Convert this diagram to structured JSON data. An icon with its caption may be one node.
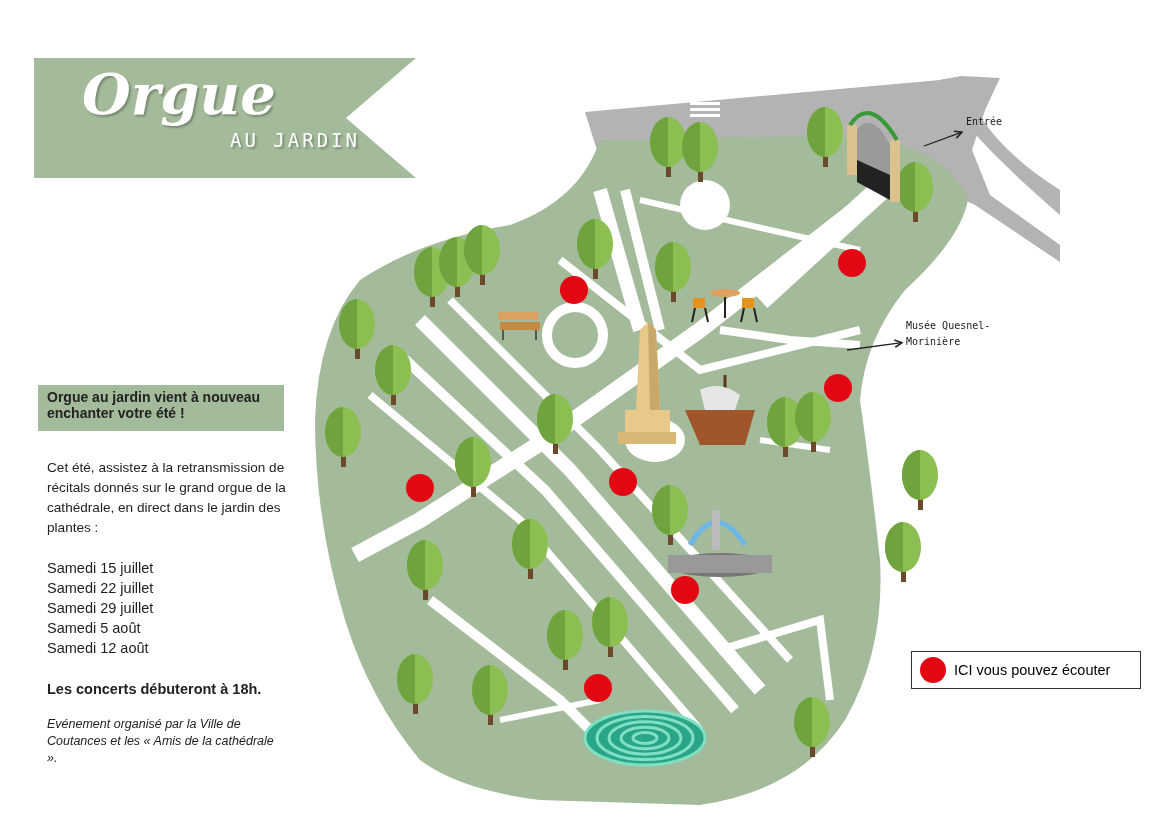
{
  "diagram": {
    "nodes": [
      {
        "text": [
          "Orgue",
          "AU JARDIN"
        ]
      },
      {
        "text": [
          "Entrée"
        ]
      },
      {
        "text": [
          "Musée Quesnel-Morinière"
        ]
      },
      {
        "text": [
          "Orgue au jardin vient à nouveau enchanter votre été !"
        ]
      }
    ],
    "edges": [
      {
        "from": null,
        "to": 1,
        "arrow": "to"
      },
      {
        "from": null,
        "to": 2,
        "arrow": "to"
      }
    ],
    "labels": [
      "Cet été, assistez à la retransmission de récitals donnés sur le grand orgue de la cathédrale, en direct dans le jardin des plantes  :",
      "Samedi 15 juillet",
      "Samedi 22 juillet",
      "Samedi 29 juillet",
      "Samedi 5 août",
      "Samedi 12 août",
      "Les concerts débuteront à 18h.",
      "Evénement organisé par la Ville de Coutances et les « Amis de la cathédrale »."
    ],
    "legend": [
      {
        "text": "ICI vous pouvez écouter",
        "color": "#e30613"
      }
    ]
  }
}
